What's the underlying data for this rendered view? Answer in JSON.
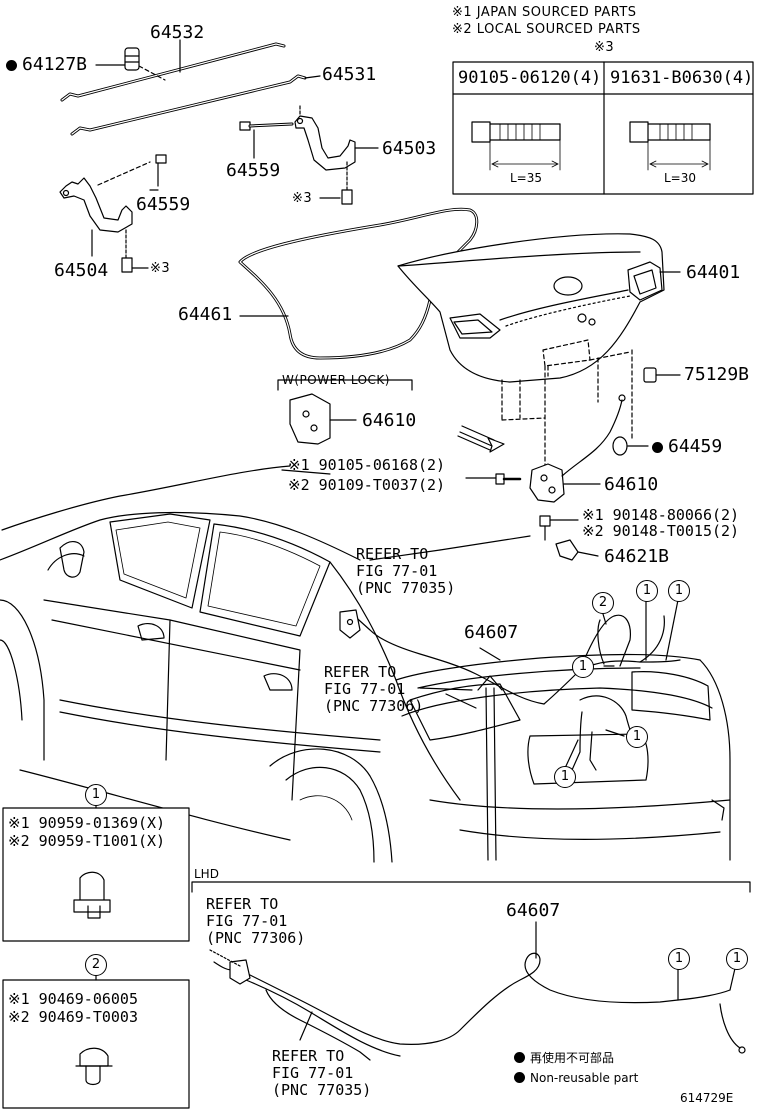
{
  "notes": {
    "japan_sourced": "※1 JAPAN SOURCED PARTS",
    "local_sourced": "※2 LOCAL SOURCED PARTS",
    "ref3": "※3"
  },
  "bolt_table": {
    "col1": "90105-06120(4)",
    "col2": "91631-B0630(4)",
    "len1": "L=35",
    "len2": "L=30"
  },
  "parts": {
    "p64532": "64532",
    "p64127B": "64127B",
    "p64531": "64531",
    "p64559a": "64559",
    "p64503": "64503",
    "ref3a": "※3",
    "p64559b": "64559",
    "p64504": "64504",
    "ref3b": "※3",
    "p64401": "64401",
    "p64461": "64461",
    "p75129B": "75129B",
    "power_lock": "W(POWER LOCK)",
    "p64610a": "64610",
    "p64459": "64459",
    "bolt1_j": "※1 90105-06168(2)",
    "bolt1_l": "※2 90109-T0037(2)",
    "p64610b": "64610",
    "screw_j": "※1 90148-80066(2)",
    "screw_l": "※2 90148-T0015(2)",
    "p64621B": "64621B",
    "p64607a": "64607",
    "p64607b": "64607",
    "lhd": "LHD",
    "drawing_no": "614729E"
  },
  "refs": {
    "r1": [
      "REFER TO",
      "FIG 77-01",
      "(PNC 77035)"
    ],
    "r2": [
      "REFER TO",
      "FIG 77-01",
      "(PNC 77306)"
    ],
    "r3": [
      "REFER TO",
      "FIG 77-01",
      "(PNC 77306)"
    ],
    "r4": [
      "REFER TO",
      "FIG 77-01",
      "(PNC 77035)"
    ]
  },
  "clamps": {
    "c1_num": "1",
    "c1_j": "※1 90959-01369(X)",
    "c1_l": "※2 90959-T1001(X)",
    "c2_num": "2",
    "c2_j": "※1 90469-06005",
    "c2_l": "※2 90469-T0003"
  },
  "callouts": [
    "1",
    "2"
  ],
  "legend": {
    "jp": "再使用不可部品",
    "en": "Non-reusable part"
  }
}
